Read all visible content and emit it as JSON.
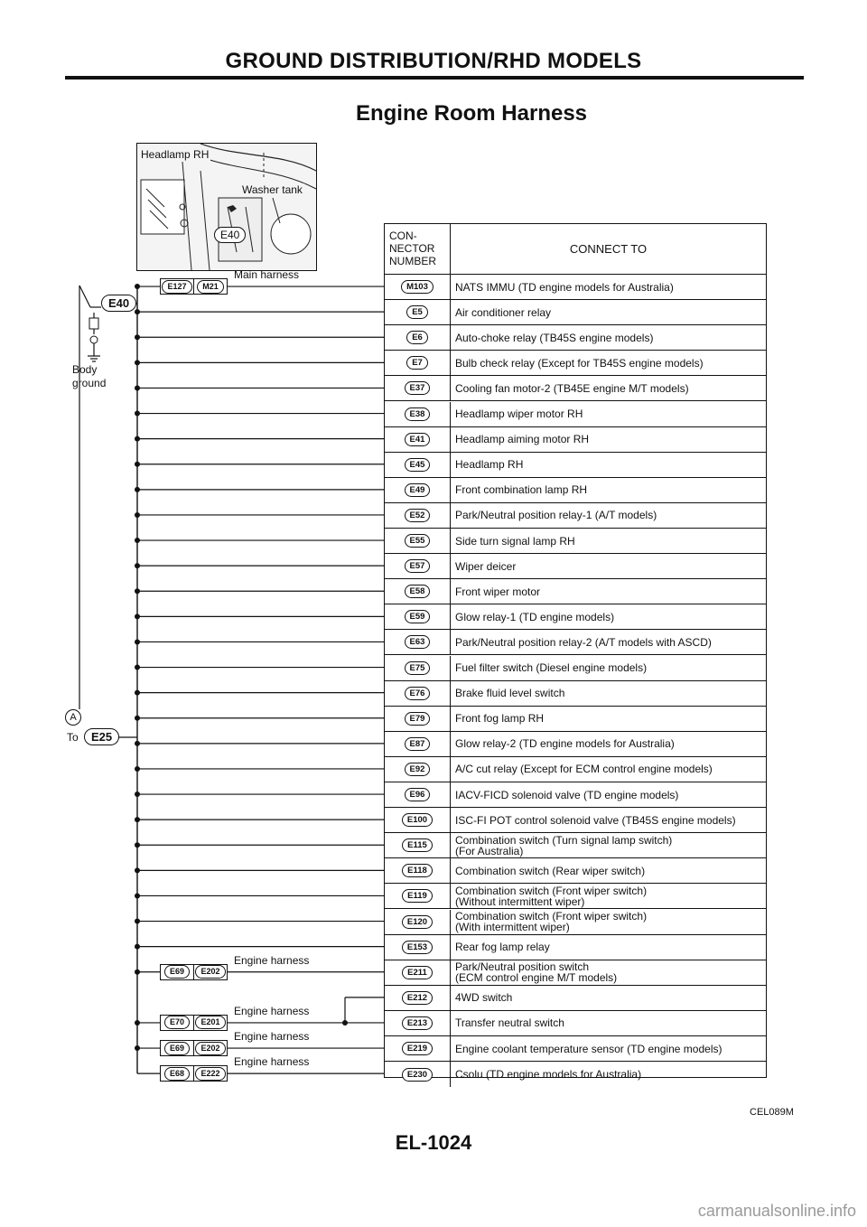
{
  "header": {
    "title": "GROUND DISTRIBUTION/RHD MODELS"
  },
  "diagram_title": "Engine Room Harness",
  "photo": {
    "labels": {
      "headlamp": "Headlamp RH",
      "washer": "Washer tank",
      "e40": "E40"
    }
  },
  "table": {
    "header_connector": "CON-\nNECTOR\nNUMBER",
    "header_connect_to": "CONNECT TO",
    "rows": [
      {
        "code": "M103",
        "desc": "NATS IMMU (TD engine models for Australia)"
      },
      {
        "code": "E5",
        "desc": "Air conditioner relay"
      },
      {
        "code": "E6",
        "desc": "Auto-choke relay (TB45S engine models)"
      },
      {
        "code": "E7",
        "desc": "Bulb check relay (Except for TB45S engine models)"
      },
      {
        "code": "E37",
        "desc": "Cooling fan motor-2 (TB45E engine M/T models)"
      },
      {
        "code": "E38",
        "desc": "Headlamp wiper motor RH"
      },
      {
        "code": "E41",
        "desc": "Headlamp aiming motor RH"
      },
      {
        "code": "E45",
        "desc": "Headlamp RH"
      },
      {
        "code": "E49",
        "desc": "Front combination lamp RH"
      },
      {
        "code": "E52",
        "desc": "Park/Neutral position relay-1 (A/T models)"
      },
      {
        "code": "E55",
        "desc": "Side turn signal lamp RH"
      },
      {
        "code": "E57",
        "desc": "Wiper deicer"
      },
      {
        "code": "E58",
        "desc": "Front wiper motor"
      },
      {
        "code": "E59",
        "desc": "Glow relay-1 (TD engine models)"
      },
      {
        "code": "E63",
        "desc": "Park/Neutral position relay-2 (A/T models with ASCD)"
      },
      {
        "code": "E75",
        "desc": "Fuel filter switch (Diesel engine models)"
      },
      {
        "code": "E76",
        "desc": "Brake fluid level switch"
      },
      {
        "code": "E79",
        "desc": "Front fog lamp RH"
      },
      {
        "code": "E87",
        "desc": "Glow relay-2 (TD engine models for Australia)"
      },
      {
        "code": "E92",
        "desc": "A/C cut relay (Except for ECM control engine models)"
      },
      {
        "code": "E96",
        "desc": "IACV-FICD solenoid valve (TD engine models)"
      },
      {
        "code": "E100",
        "desc": "ISC-FI POT control solenoid valve (TB45S engine models)"
      },
      {
        "code": "E115",
        "desc": "Combination switch (Turn signal lamp switch)\n(For Australia)"
      },
      {
        "code": "E118",
        "desc": "Combination switch (Rear wiper switch)"
      },
      {
        "code": "E119",
        "desc": "Combination switch (Front wiper switch)\n(Without intermittent wiper)"
      },
      {
        "code": "E120",
        "desc": "Combination switch (Front wiper switch)\n(With intermittent wiper)"
      },
      {
        "code": "E153",
        "desc": "Rear fog lamp relay"
      },
      {
        "code": "E211",
        "desc": "Park/Neutral position switch\n(ECM control engine M/T models)"
      },
      {
        "code": "E212",
        "desc": "4WD switch"
      },
      {
        "code": "E213",
        "desc": "Transfer neutral switch"
      },
      {
        "code": "E219",
        "desc": "Engine coolant temperature sensor (TD engine models)"
      },
      {
        "code": "E230",
        "desc": "Csolu (TD engine models for Australia)"
      }
    ]
  },
  "harness_connectors": [
    {
      "left": "E127",
      "right": "M21",
      "label": "Main harness"
    },
    {
      "left": "E69",
      "right": "E202",
      "label": "Engine harness"
    },
    {
      "left": "E70",
      "right": "E201",
      "label": "Engine harness"
    },
    {
      "left": "E69",
      "right": "E202",
      "label": "Engine harness"
    },
    {
      "left": "E68",
      "right": "E222",
      "label": "Engine harness"
    }
  ],
  "left_side": {
    "e40_label": "E40",
    "body_ground": "Body\nground",
    "circle_a": "A",
    "to_text": "To",
    "to_code": "E25"
  },
  "figure_code": "CEL089M",
  "page_number": "EL-1024",
  "watermark": "carmanualsonline.info"
}
